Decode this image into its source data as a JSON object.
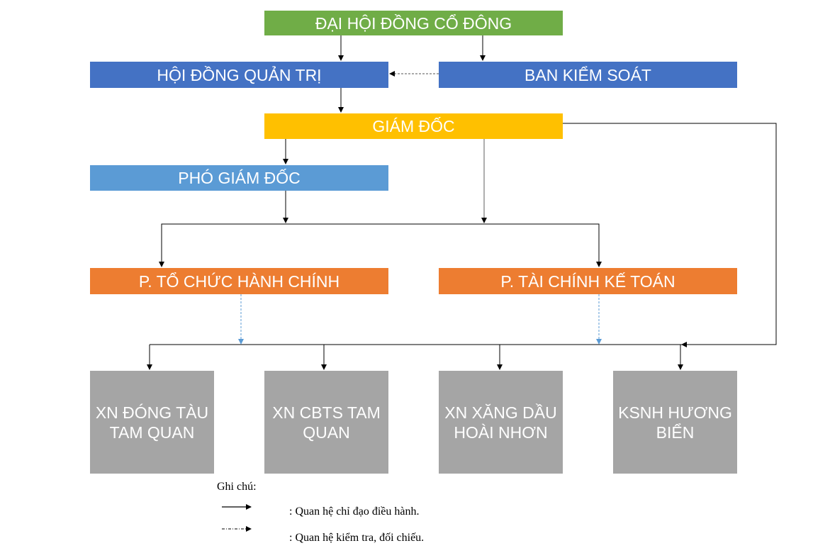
{
  "colors": {
    "shareholders": "#70ad47",
    "board": "#4472c4",
    "supervisory": "#4472c4",
    "director": "#ffc000",
    "deputy": "#5b9bd5",
    "department": "#ed7d31",
    "unit": "#a5a5a5",
    "line": "#000000",
    "dashed_line": "#5b9bd5"
  },
  "nodes": {
    "shareholders": "ĐẠI HỘI ĐỒNG CỔ ĐÔNG",
    "board": "HỘI ĐỒNG QUẢN TRỊ",
    "supervisory": "BAN KIỂM SOÁT",
    "director": "GIÁM ĐỐC",
    "deputy": "PHÓ GIÁM ĐỐC",
    "admin_dept": "P. TỔ CHỨC HÀNH CHÍNH",
    "finance_dept": "P. TÀI CHÍNH KẾ TOÁN",
    "units": [
      {
        "line1": "XN ĐÓNG TÀU",
        "line2": "TAM QUAN"
      },
      {
        "line1": "XN CBTS TAM",
        "line2": "QUAN"
      },
      {
        "line1": "XN XĂNG DẦU",
        "line2": "HOÀI NHƠN"
      },
      {
        "line1": "KSNH HƯƠNG",
        "line2": "BIỂN"
      }
    ]
  },
  "legend": {
    "title": "Ghi chú:",
    "items": [
      {
        "style": "solid",
        "text": ": Quan hệ chỉ đạo điều hành."
      },
      {
        "style": "dash-dot",
        "text": ": Quan hệ kiểm tra, đối chiếu."
      }
    ]
  }
}
